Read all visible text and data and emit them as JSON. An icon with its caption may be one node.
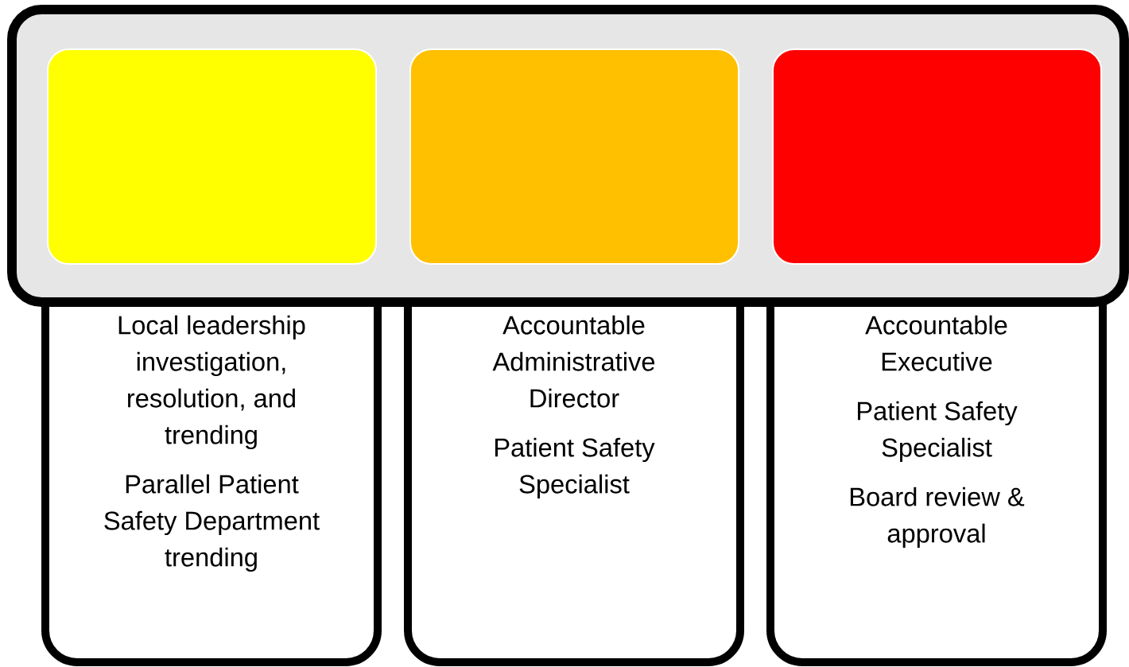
{
  "diagram": {
    "nodes": [
      {
        "text": [],
        "shape": "box"
      },
      {
        "text": [],
        "shape": "box",
        "in": 0
      },
      {
        "text": [],
        "shape": "box",
        "in": 0
      },
      {
        "text": [],
        "shape": "box",
        "in": 0
      },
      {
        "text": [
          "Local leadership investigation, resolution, and trending",
          "Parallel Patient Safety Department trending"
        ]
      },
      {
        "text": [
          "Accountable Administrative Director",
          "Patient Safety Specialist"
        ]
      },
      {
        "text": [
          "Accountable Executive",
          "Patient Safety Specialist",
          "Board review & approval"
        ]
      }
    ]
  }
}
